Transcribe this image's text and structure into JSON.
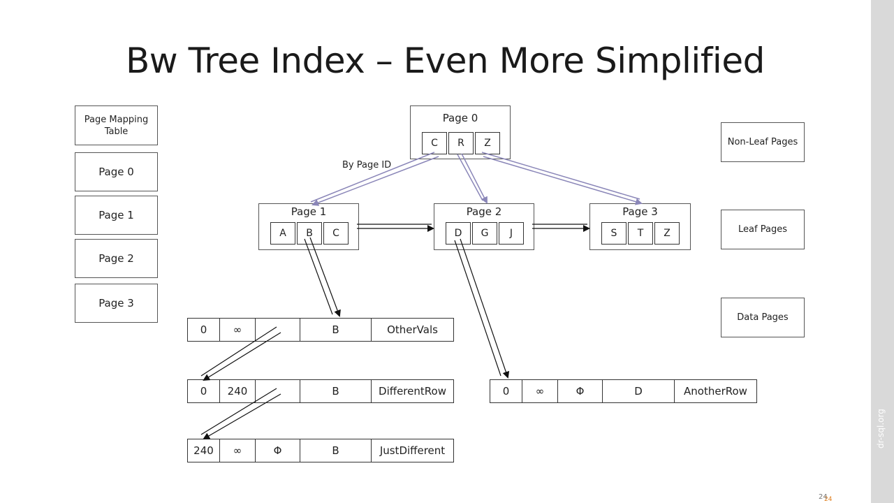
{
  "title": "Bw Tree Index – Even More Simplified",
  "watermark": "dr-sql.org",
  "page_number": "24",
  "page_number_accent": "24",
  "mapping_table": {
    "header": "Page Mapping Table",
    "entries": [
      "Page 0",
      "Page 1",
      "Page 2",
      "Page 3"
    ]
  },
  "legend": {
    "non_leaf": "Non-Leaf Pages",
    "leaf": "Leaf Pages",
    "data": "Data Pages"
  },
  "arrow_label": "By Page ID",
  "pages": {
    "page0": {
      "label": "Page 0",
      "keys": [
        "C",
        "R",
        "Z"
      ]
    },
    "page1": {
      "label": "Page 1",
      "keys": [
        "A",
        "B",
        "C"
      ]
    },
    "page2": {
      "label": "Page 2",
      "keys": [
        "D",
        "G",
        "J"
      ]
    },
    "page3": {
      "label": "Page 3",
      "keys": [
        "S",
        "T",
        "Z"
      ]
    }
  },
  "data_rows": {
    "row1": [
      "0",
      "∞",
      "",
      "B",
      "OtherVals"
    ],
    "row2": [
      "0",
      "240",
      "",
      "B",
      "DifferentRow"
    ],
    "row3": [
      "240",
      "∞",
      "Φ",
      "B",
      "JustDifferent"
    ],
    "row4": [
      "0",
      "∞",
      "Φ",
      "D",
      "AnotherRow"
    ]
  },
  "colors": {
    "pointer_arrow": "#8a86b8",
    "link_arrow": "#111111",
    "border": "#555555"
  }
}
